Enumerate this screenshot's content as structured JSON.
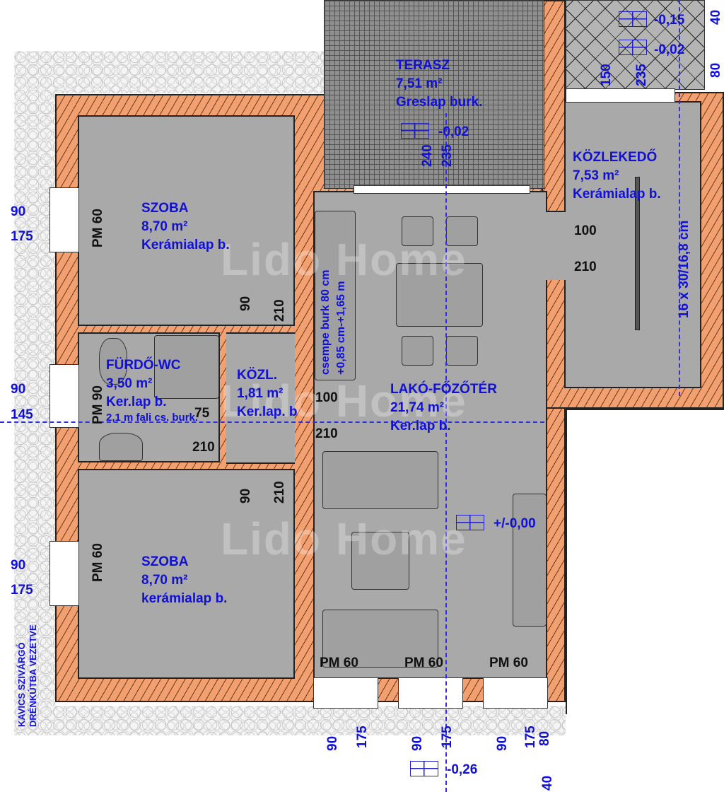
{
  "rooms": {
    "terasz": {
      "name": "TERASZ",
      "area": "7,51 m²",
      "floor": "Greslap burk."
    },
    "szoba1": {
      "name": "SZOBA",
      "area": "8,70 m²",
      "floor": "Kerámialap b."
    },
    "furdo": {
      "name": "FÜRDŐ-WC",
      "area": "3,50 m²",
      "floor": "Ker.lap b.",
      "note": "2,1 m fali cs. burk."
    },
    "kozl": {
      "name": "KÖZL.",
      "area": "1,81 m²",
      "floor": "Ker.lap. b"
    },
    "szoba2": {
      "name": "SZOBA",
      "area": "8,70 m²",
      "floor": "kerámialap b."
    },
    "lako": {
      "name": "LAKÓ-FŐZŐTÉR",
      "area": "21,74 m²",
      "floor": "Ker.lap b."
    },
    "kozlekedo": {
      "name": "KÖZLEKEDŐ",
      "area": "7,53 m²",
      "floor": "Kerámialap b."
    }
  },
  "levels": {
    "top1": "-0,15",
    "top2": "-0,02",
    "terasz": "-0,02",
    "main": "+/-0,00",
    "bottom": "-0,26"
  },
  "labels": {
    "kitchen_tile": "csempe burk 80 cm",
    "kitchen_tile2": "+0,85 cm-+1,65 m",
    "stairs": "16 x 30/16,8 cm",
    "gravel_note1": "KAVICS SZIVÁRGÓ",
    "gravel_note2": "DRÉNKÚTBA VEZETVE",
    "pm60": "PM 60",
    "pm90": "PM 90",
    "watermark": "Lido Home"
  },
  "dims": {
    "w90": "90",
    "w175": "175",
    "w145": "145",
    "d210": "210",
    "d100": "100",
    "d75": "75",
    "d240": "240",
    "d235": "235",
    "d150": "150",
    "d80": "80",
    "d40": "40"
  }
}
